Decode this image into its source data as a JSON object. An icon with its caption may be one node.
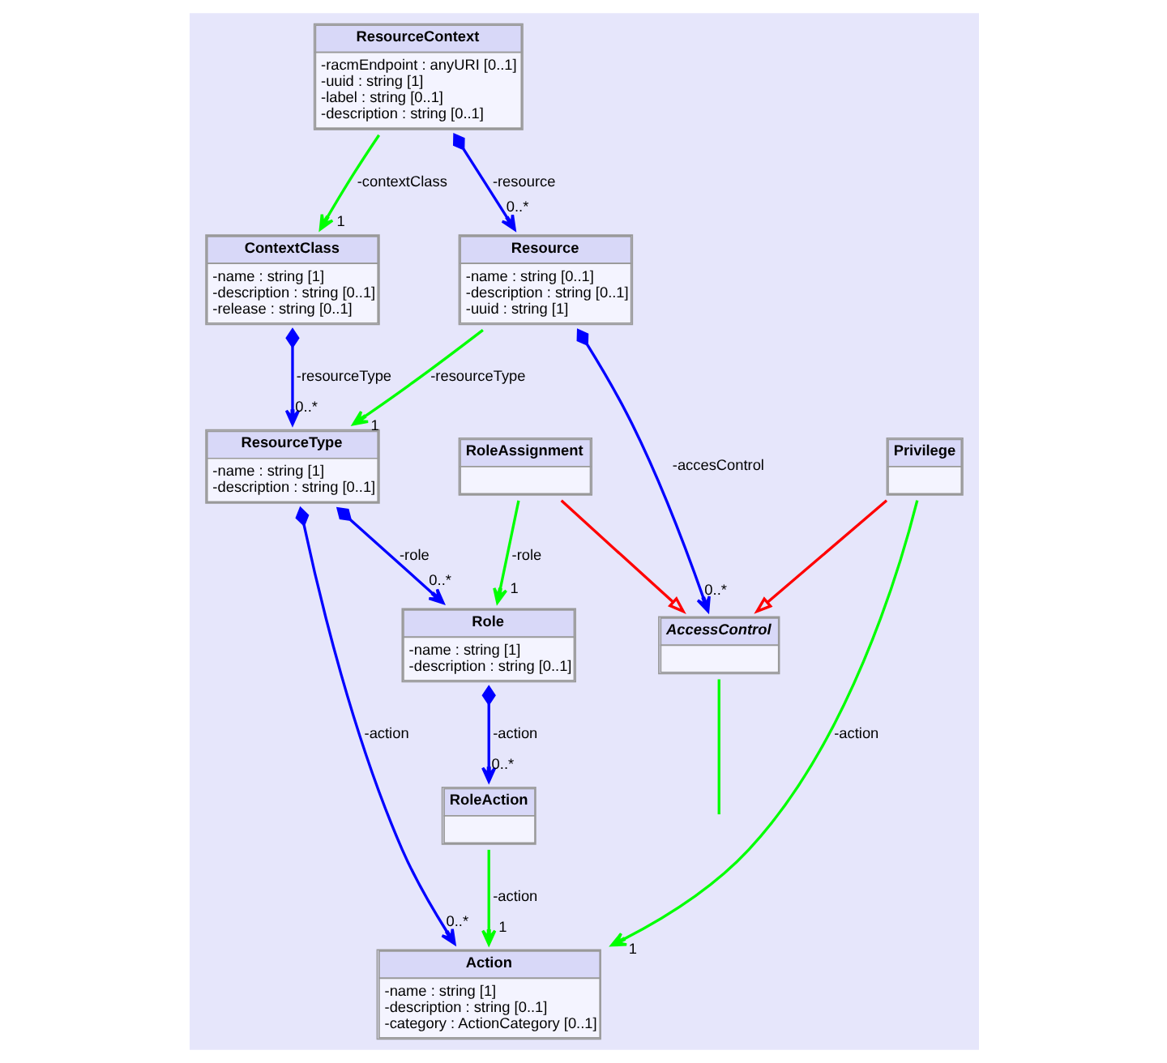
{
  "diagram": {
    "nodes": [
      {
        "text": [
          "ResourceContext",
          "-racmEndpoint : anyURI [0..1]",
          "-uuid : string [1]",
          "-label : string [0..1]",
          "-description : string [0..1]"
        ]
      },
      {
        "text": [
          "ContextClass",
          "-name : string [1]",
          "-description : string [0..1]",
          "-release : string [0..1]"
        ]
      },
      {
        "text": [
          "Resource",
          "-name : string [0..1]",
          "-description : string [0..1]",
          "-uuid : string [1]"
        ]
      },
      {
        "text": [
          "ResourceType",
          "-name : string [1]",
          "-description : string [0..1]"
        ]
      },
      {
        "text": [
          "Action",
          "-name : string [1]",
          "-description : string [0..1]",
          "-category : ActionCategory [0..1]"
        ]
      },
      {
        "text": [
          "AccessControl"
        ]
      },
      {
        "text": [
          "Privilege"
        ]
      },
      {
        "text": [
          "RoleAction"
        ]
      },
      {
        "text": [
          "RoleAssignment"
        ]
      },
      {
        "text": [
          "Role",
          "-name : string [1]",
          "-description : string [0..1]"
        ]
      }
    ],
    "edges": [
      {
        "from": 0,
        "to": 1,
        "arrow": "to",
        "label": "-contextClass",
        "color": "#00ff00"
      },
      {
        "from": 0,
        "to": 2,
        "arrow": "to",
        "label": "-resource",
        "color": "#0000ff"
      },
      {
        "from": 1,
        "to": 3,
        "arrow": "to",
        "label": "-resourceType",
        "color": "#0000ff"
      },
      {
        "from": 2,
        "to": 3,
        "arrow": "to",
        "label": "-resourceType",
        "color": "#00ff00"
      },
      {
        "from": 2,
        "to": 5,
        "arrow": "to",
        "label": "-accesControl",
        "color": "#0000ff"
      },
      {
        "from": 3,
        "to": 4,
        "arrow": "to",
        "label": "-action",
        "color": "#0000ff"
      },
      {
        "from": 3,
        "to": 9,
        "arrow": "to",
        "label": "-role",
        "color": "#0000ff"
      },
      {
        "from": 6,
        "to": 4,
        "arrow": "to",
        "label": "-action",
        "color": "#00ff00"
      },
      {
        "from": 7,
        "to": 4,
        "arrow": "to",
        "label": "-action",
        "color": "#00ff00"
      },
      {
        "from": 9,
        "to": 7,
        "arrow": "to",
        "label": "-action",
        "color": "#0000ff"
      },
      {
        "from": 8,
        "to": 9,
        "arrow": "to",
        "label": "-role",
        "color": "#00ff00"
      },
      {
        "from": 6,
        "to": 5,
        "arrow": "to",
        "color": "#ff0000"
      },
      {
        "from": 8,
        "to": 5,
        "arrow": "to",
        "color": "#ff0000"
      },
      {
        "from": 5,
        "to": null,
        "arrow": "none",
        "color": "#00ff00"
      }
    ],
    "labels": [
      "1",
      "0..*",
      "0..*",
      "1",
      "0..*",
      "0..*",
      "0..*",
      "1",
      "1",
      "0..*",
      "1"
    ]
  }
}
